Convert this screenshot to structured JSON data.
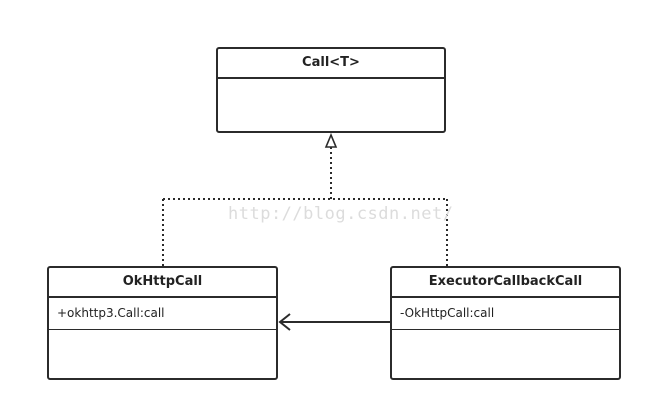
{
  "classes": {
    "call": {
      "name": "Call<T>"
    },
    "okhttpcall": {
      "name": "OkHttpCall",
      "attribute": "+okhttp3.Call:call"
    },
    "executor": {
      "name": "ExecutorCallbackCall",
      "attribute": "-OkHttpCall:call"
    }
  },
  "relations": [
    {
      "type": "realization",
      "from": [
        "OkHttpCall",
        "ExecutorCallbackCall"
      ],
      "to": "Call<T>",
      "style": "dotted",
      "arrow": "hollow-triangle"
    },
    {
      "type": "association",
      "from": "ExecutorCallbackCall",
      "to": "OkHttpCall",
      "style": "solid",
      "arrow": "open"
    }
  ],
  "watermark": "http://blog.csdn.net/",
  "colors": {
    "line": "#2b2b2b",
    "watermark": "#dcdcdc",
    "background": "#ffffff"
  }
}
